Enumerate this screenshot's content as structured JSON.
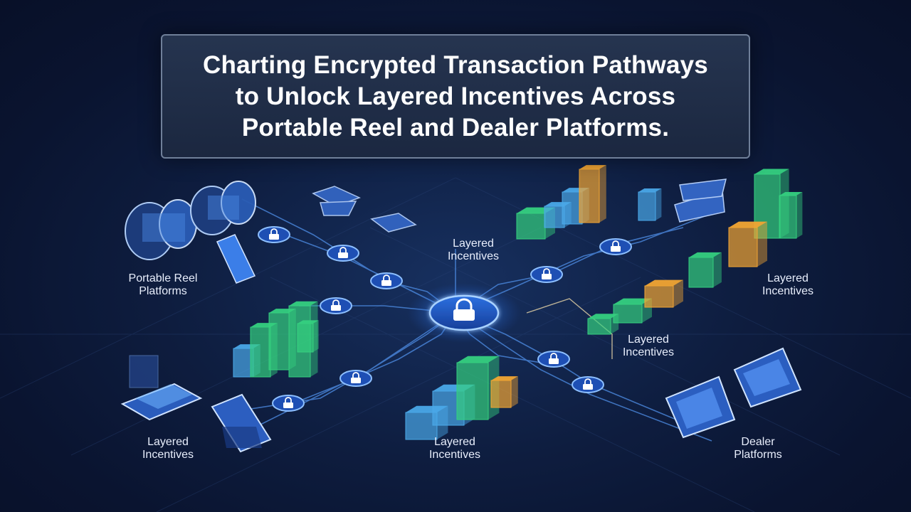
{
  "title": {
    "lines": [
      "Charting Encrypted Transaction Pathways",
      "to Unlock Layered Incentives Across",
      "Portable Reel and Dealer Platforms."
    ]
  },
  "labels": {
    "portable_reel": [
      "Portable Reel",
      "Platforms"
    ],
    "incentives_top_center": [
      "Layered",
      "Incentives"
    ],
    "incentives_right": [
      "Layered",
      "Incentives"
    ],
    "incentives_mid_right": [
      "Layered",
      "Incentives"
    ],
    "incentives_bottom_left": [
      "Layered",
      "Incentives"
    ],
    "incentives_bottom_center": [
      "Layered",
      "Incentives"
    ],
    "dealer": [
      "Dealer",
      "Platforms"
    ]
  },
  "colors": {
    "lock_glow": "#3d8dff",
    "green": "#35d07f",
    "blue": "#4aa8e8",
    "orange": "#f2a533"
  },
  "icons": [
    "lock-icon",
    "reel-icon",
    "card-icon",
    "tablet-icon",
    "terminal-icon"
  ]
}
